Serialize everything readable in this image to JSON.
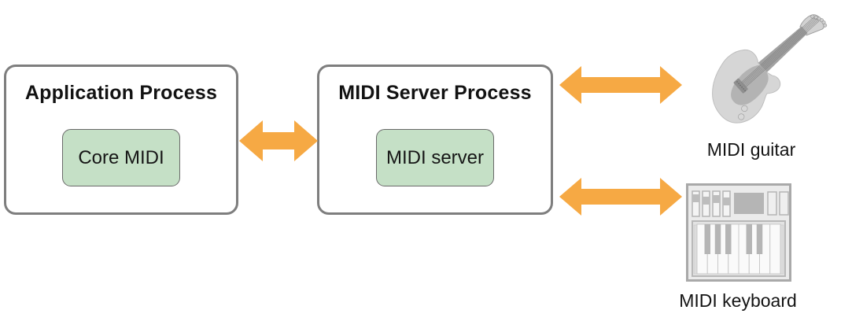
{
  "processes": [
    {
      "title": "Application Process",
      "component": "Core MIDI"
    },
    {
      "title": "MIDI Server Process",
      "component": "MIDI server"
    }
  ],
  "devices": [
    {
      "label": "MIDI guitar"
    },
    {
      "label": "MIDI keyboard"
    }
  ],
  "connections": [
    {
      "from": "Application Process",
      "to": "MIDI Server Process",
      "type": "bidirectional"
    },
    {
      "from": "MIDI Server Process",
      "to": "MIDI guitar",
      "type": "bidirectional"
    },
    {
      "from": "MIDI Server Process",
      "to": "MIDI keyboard",
      "type": "bidirectional"
    }
  ],
  "colors": {
    "arrow": "#f6a944",
    "component_fill": "#c5e0c6",
    "component_border": "#6a6a6a",
    "process_border": "#7e7e7e",
    "device_gray": "#d2d2d2",
    "text": "#141414"
  }
}
